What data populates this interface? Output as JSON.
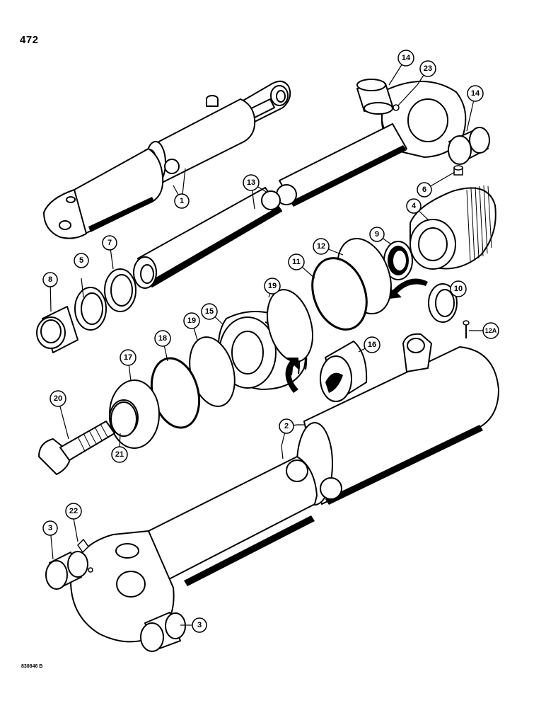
{
  "page": {
    "number": "472",
    "drawing_code": "830846 B"
  },
  "callouts": {
    "c1": "1",
    "c2": "2",
    "c3a": "3",
    "c3b": "3",
    "c4": "4",
    "c5": "5",
    "c6": "6",
    "c7": "7",
    "c8": "8",
    "c9": "9",
    "c10": "10",
    "c11": "11",
    "c12": "12",
    "c12a": "12A",
    "c13": "13",
    "c14a": "14",
    "c14b": "14",
    "c15": "15",
    "c16": "16",
    "c17": "17",
    "c18": "18",
    "c19a": "19",
    "c19b": "19",
    "c20": "20",
    "c21": "21",
    "c22": "22",
    "c23": "23"
  }
}
